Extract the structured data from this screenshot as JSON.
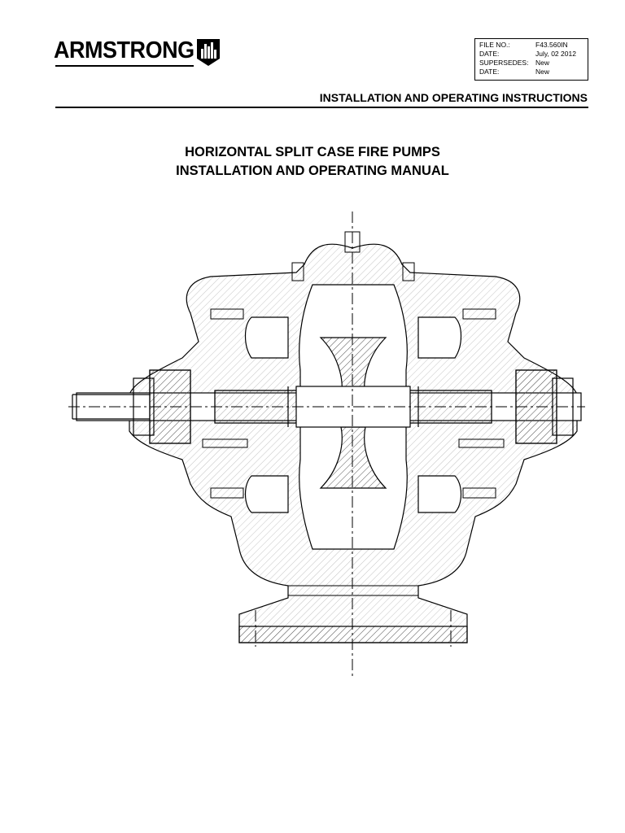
{
  "header": {
    "brand": "ARMSTRONG",
    "logo_icon": "armstrong-building-shield-icon",
    "file_info": [
      {
        "label": "FILE NO.:",
        "value": "F43.560IN"
      },
      {
        "label": "DATE:",
        "value": "July, 02 2012"
      },
      {
        "label": "SUPERSEDES:",
        "value": "New"
      },
      {
        "label": "DATE:",
        "value": "New"
      }
    ]
  },
  "section_title": "INSTALLATION AND OPERATING INSTRUCTIONS",
  "document": {
    "title_line1": "HORIZONTAL SPLIT CASE FIRE PUMPS",
    "title_line2": "INSTALLATION AND OPERATING MANUAL"
  },
  "figure": {
    "icon": "split-case-pump-cross-section-drawing"
  }
}
